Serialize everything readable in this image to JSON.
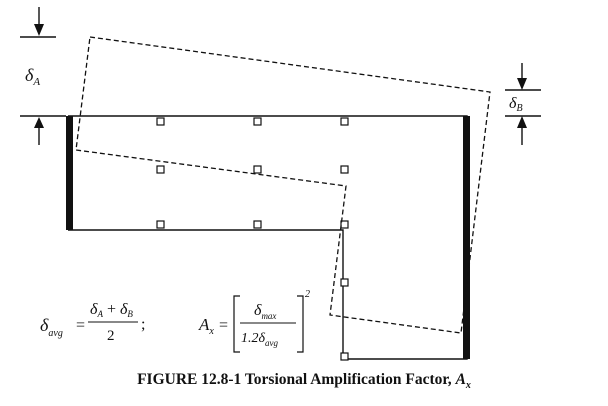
{
  "figure": {
    "caption_prefix": "FIGURE 12.8-1 Torsional Amplification Factor,",
    "caption_symbol": "A",
    "caption_subscript": "x"
  },
  "labels": {
    "delta_a": {
      "symbol": "δ",
      "sub": "A"
    },
    "delta_b": {
      "symbol": "δ",
      "sub": "B"
    }
  },
  "equations": {
    "delta_avg": {
      "lhs_symbol": "δ",
      "lhs_sub": "avg",
      "equals": "=",
      "num_a": "δ",
      "num_a_sub": "A",
      "plus": "+",
      "num_b": "δ",
      "num_b_sub": "B",
      "denominator": "2",
      "terminator": ";"
    },
    "ax": {
      "lhs_symbol": "A",
      "lhs_sub": "x",
      "equals": "=",
      "num": "δ",
      "num_sub": "max",
      "den": "1.2δ",
      "den_sub": "avg",
      "power": "2"
    }
  },
  "colors": {
    "ink": "#111111",
    "background": "#ffffff"
  }
}
